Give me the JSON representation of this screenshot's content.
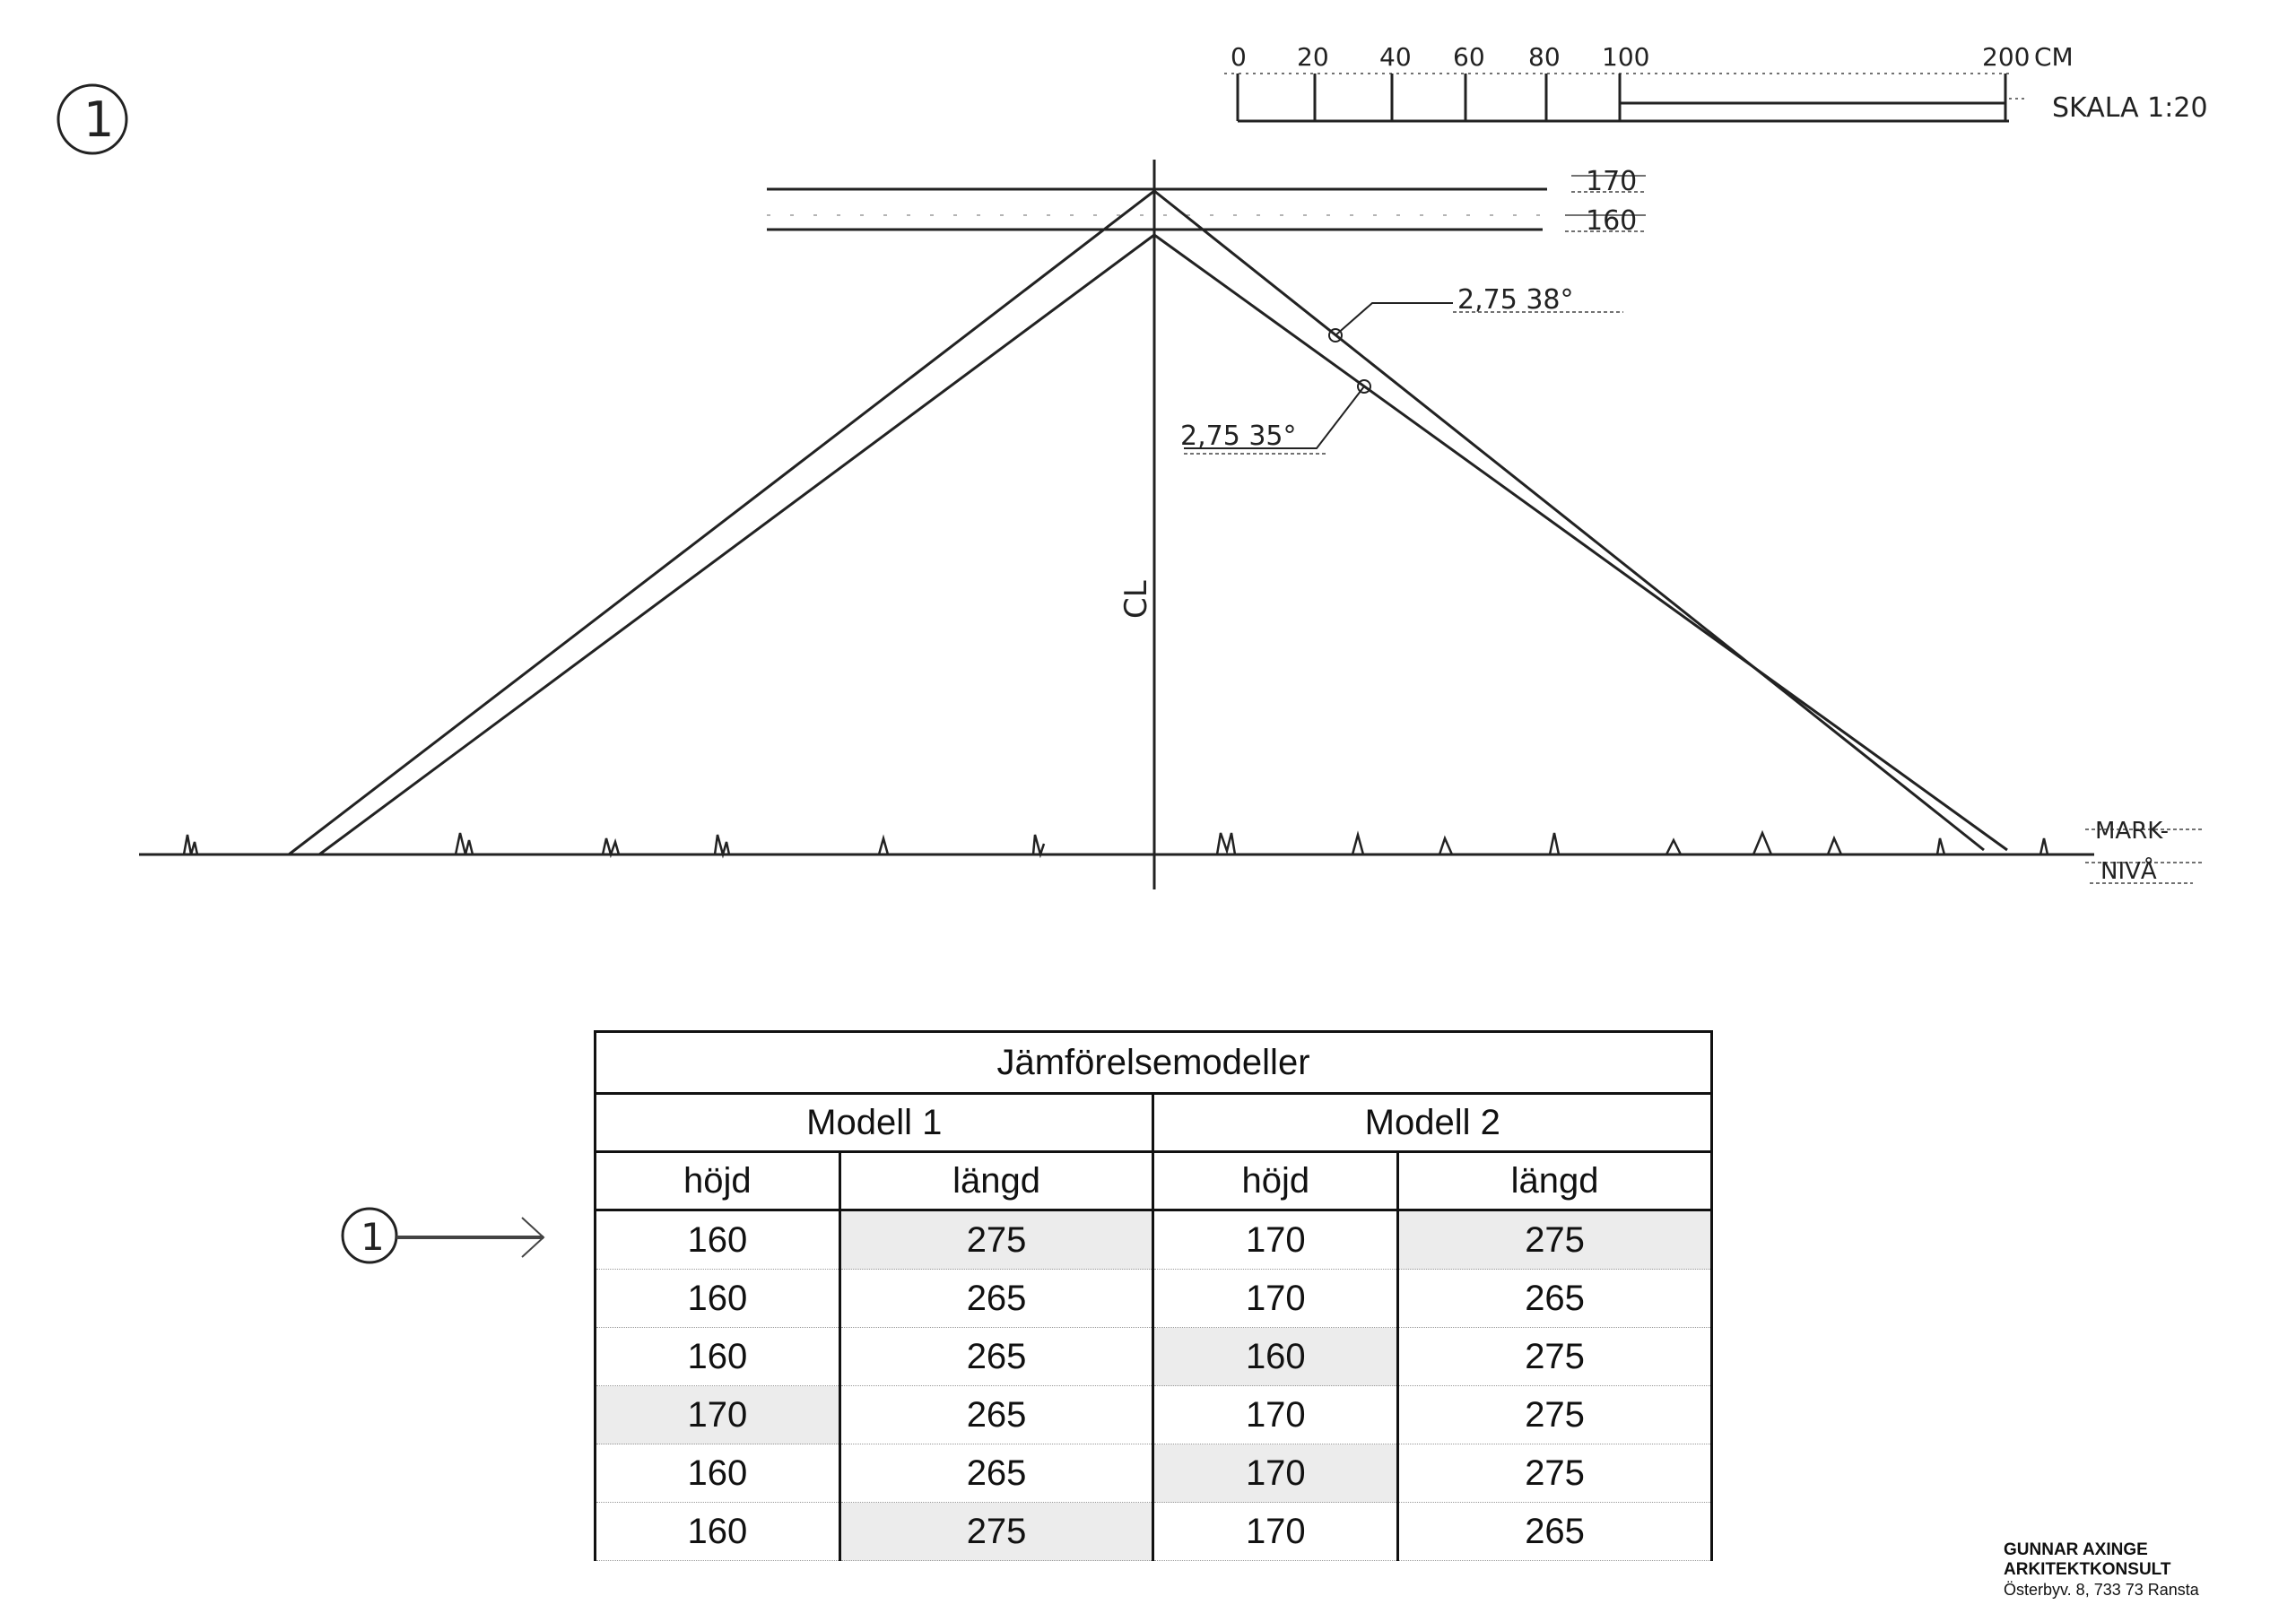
{
  "sheet_number": "1",
  "scale_bar": {
    "ticks": [
      "0",
      "20",
      "40",
      "60",
      "80",
      "100",
      "200"
    ],
    "unit": "CM",
    "scale_label": "SKALA 1:20"
  },
  "height_markers": [
    "170",
    "160"
  ],
  "roof_annotations": {
    "upper": "2,75 38°",
    "lower": "2,75 35°"
  },
  "centerline_label": "CL",
  "ground_label": [
    "MARK-",
    "NIVÅ"
  ],
  "table": {
    "title": "Jämförelsemodeller",
    "models": [
      "Modell 1",
      "Modell 2"
    ],
    "columns": [
      "höjd",
      "längd",
      "höjd",
      "längd"
    ],
    "rows": [
      [
        "160",
        "275",
        "170",
        "275"
      ],
      [
        "160",
        "265",
        "170",
        "265"
      ],
      [
        "160",
        "265",
        "160",
        "275"
      ],
      [
        "170",
        "265",
        "170",
        "275"
      ],
      [
        "160",
        "265",
        "170",
        "275"
      ],
      [
        "160",
        "275",
        "170",
        "265"
      ]
    ],
    "row_marker": "1"
  },
  "firm": {
    "name": "GUNNAR AXINGE",
    "title": "ARKITEKTKONSULT",
    "address": "Österbyv. 8, 733 73  Ransta"
  }
}
